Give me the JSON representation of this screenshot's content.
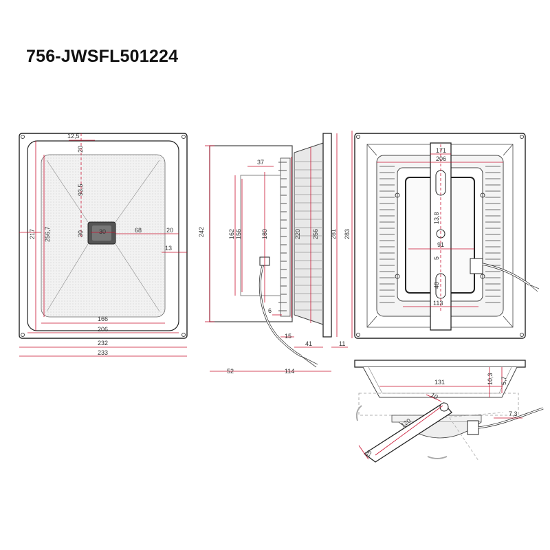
{
  "title": "756-JWSFL501224",
  "front_view": {
    "dims": {
      "d12_5": "12,5",
      "d20_top": "20",
      "d93_5": "93,5",
      "d30_h": "30",
      "d30_v": "30",
      "d68": "68",
      "d20_right": "20",
      "d13": "13",
      "d217": "217",
      "d256_7": "256,7",
      "d166": "166",
      "d206": "206",
      "d232": "232",
      "d233": "233"
    }
  },
  "side_view": {
    "dims": {
      "d242": "242",
      "d37": "37",
      "d162": "162",
      "d156": "156",
      "d180": "180",
      "d220": "220",
      "d256": "256",
      "d281": "281",
      "d283": "283",
      "d6": "6",
      "d15": "15",
      "d41": "41",
      "d11": "11",
      "d52": "52",
      "d114": "114"
    }
  },
  "back_view": {
    "dims": {
      "d171": "171",
      "d206": "206",
      "d13_8": "13,8",
      "d91": "91",
      "d5": "5",
      "d40": "40",
      "d113": "113"
    }
  },
  "bottom_view": {
    "dims": {
      "d131": "131",
      "d10_3": "10,3",
      "d5_7": "5,7",
      "d10": "10",
      "d120": "120",
      "d7_3": "7,3",
      "d25": "25"
    }
  },
  "colors": {
    "dimension": "#c8102e",
    "outline": "#222222",
    "hatch": "#e0e0e0"
  }
}
